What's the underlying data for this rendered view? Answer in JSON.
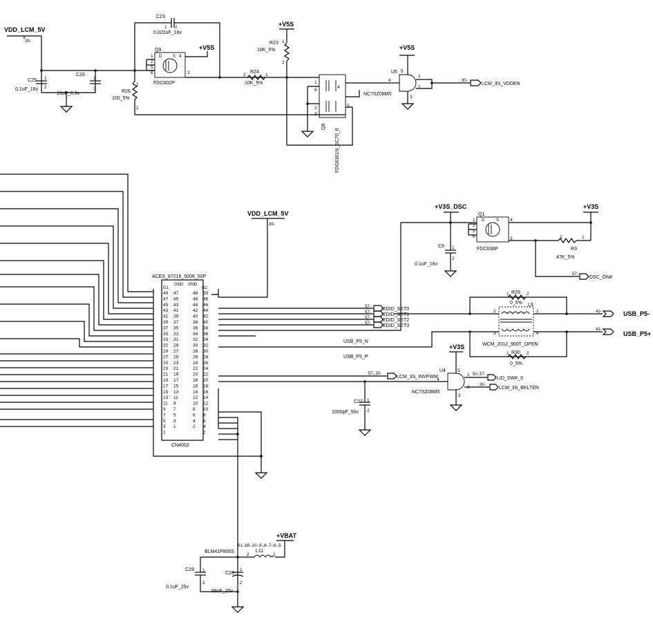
{
  "nets": {
    "vdd_lcm_top": "VDD_LCM_5V",
    "vdd_lcm_top_ref": "39-",
    "v5s_r23": "+V5S",
    "v5s_q9": "+V5S",
    "v5s_u5": "+V5S",
    "lcm_vdden": "LCM_3S_VDDEN",
    "lcm_vdden_ref": "30-",
    "vdd_lcm_mid": "VDD_LCM_5V",
    "vdd_lcm_mid_ref": "39-",
    "v3s_dsc": "+V3S_DSC",
    "v3s_q1": "+V3S",
    "v3s_u4": "+V3S",
    "dsc_on": "DSC_ON#",
    "dsc_on_ref": "57-",
    "edid": [
      "EDID_SET0",
      "EDID_SET1",
      "EDID_SET2",
      "EDID_SET3"
    ],
    "edid_ref": "57-",
    "usb_p5_n": "USB_P5_N",
    "usb_p5_p": "USB_P5_P",
    "usb_p5_minus": "USB_P5-",
    "usb_p5_plus": "USB_P5+",
    "usb_ref": "41-",
    "lcm_invpwm": "LCM_3S_INVPWM",
    "lcm_invpwm_ref": "57-,30-",
    "lid_sw": "LID_SW#_3",
    "lid_sw_ref": "50-,57-",
    "lcm_bklten": "LCM_3S_BKLTEN",
    "lcm_bklten_ref": "30-",
    "vbat": "+VBAT",
    "vbat_ref": "61-,68-,10-,9-,8-,7-,6-,5-"
  },
  "parts": {
    "c23": {
      "ref": "C23",
      "value": "0.022uF_16v",
      "p1": "1",
      "p2": "2"
    },
    "c25": {
      "ref": "C25",
      "value": "0.1uF_16v",
      "p1": "1",
      "p2": "2"
    },
    "c26": {
      "ref": "C26",
      "value": "10uF_6.3v",
      "p1": "1",
      "p2": "2"
    },
    "q9": {
      "ref": "Q9",
      "value": "FDC602P",
      "pins": [
        "1",
        "2",
        "5",
        "6",
        "4",
        "3"
      ],
      "d": "D",
      "s": "S"
    },
    "r26": {
      "ref": "R26",
      "value": "100_5%",
      "p1": "1",
      "p2": "2"
    },
    "r23": {
      "ref": "R23",
      "value": "10K_5%",
      "p1": "1",
      "p2": "2"
    },
    "r24": {
      "ref": "R24",
      "value": "10K_5%",
      "p1": "2",
      "p2": "1"
    },
    "q8": {
      "ref": "Q8",
      "value": "FDG6301N_SC70_6",
      "pins": [
        "1",
        "6",
        "2",
        "3",
        "4",
        "5"
      ]
    },
    "u5": {
      "ref": "U5",
      "value": "NC7SZ08M5",
      "pins": [
        "5",
        "1",
        "2",
        "4",
        "3"
      ]
    },
    "q1": {
      "ref": "Q1",
      "value": "FDC638P",
      "pins": [
        "1",
        "2",
        "5",
        "6",
        "4",
        "3"
      ],
      "d": "D",
      "s": "S"
    },
    "c9": {
      "ref": "C9",
      "value": "0.1uF_16v",
      "p1": "1",
      "p2": "2"
    },
    "r3": {
      "ref": "R3",
      "value": "47K_5%",
      "p1": "2",
      "p2": "1"
    },
    "r29": {
      "ref": "R29",
      "value": "0_5%",
      "p1": "1",
      "p2": "2"
    },
    "r30": {
      "ref": "R30",
      "value": "0_5%",
      "p1": "1",
      "p2": "2"
    },
    "l9": {
      "ref": "L9",
      "value": "WCM_2012_900T_OPEN",
      "pins": [
        "2",
        "1",
        "3",
        "4"
      ]
    },
    "u4": {
      "ref": "U4",
      "value": "NC7SZ08M5",
      "pins": [
        "5",
        "1",
        "2",
        "4",
        "3"
      ]
    },
    "c27": {
      "ref": "C27",
      "value": "1000pF_50v",
      "p1": "1",
      "p2": "2"
    },
    "cn4002": {
      "ref": "CN4002",
      "value": "ACES_87216_5006_50P",
      "gnd_l": "GND",
      "gnd_r": "GND",
      "g1": "G1",
      "g2": "G2",
      "left": [
        "49",
        "47",
        "45",
        "43",
        "41",
        "39",
        "37",
        "35",
        "33",
        "31",
        "29",
        "27",
        "25",
        "23",
        "21",
        "19",
        "17",
        "15",
        "13",
        "11",
        "9",
        "7",
        "5",
        "3",
        "1"
      ],
      "right": [
        "50",
        "48",
        "46",
        "44",
        "42",
        "40",
        "38",
        "36",
        "34",
        "32",
        "30",
        "28",
        "26",
        "24",
        "22",
        "20",
        "18",
        "16",
        "14",
        "12",
        "10",
        "8",
        "6",
        "4",
        "2"
      ]
    },
    "l11": {
      "ref": "L11",
      "value": "BLM41P800S",
      "p1": "2",
      "p2": "1"
    },
    "c29": {
      "ref": "C29",
      "value": "0.1uF_25v",
      "p1": "1",
      "p2": "2"
    },
    "c28": {
      "ref": "C28",
      "value": "68uF_25v",
      "p1": "1",
      "p2": "2"
    }
  }
}
